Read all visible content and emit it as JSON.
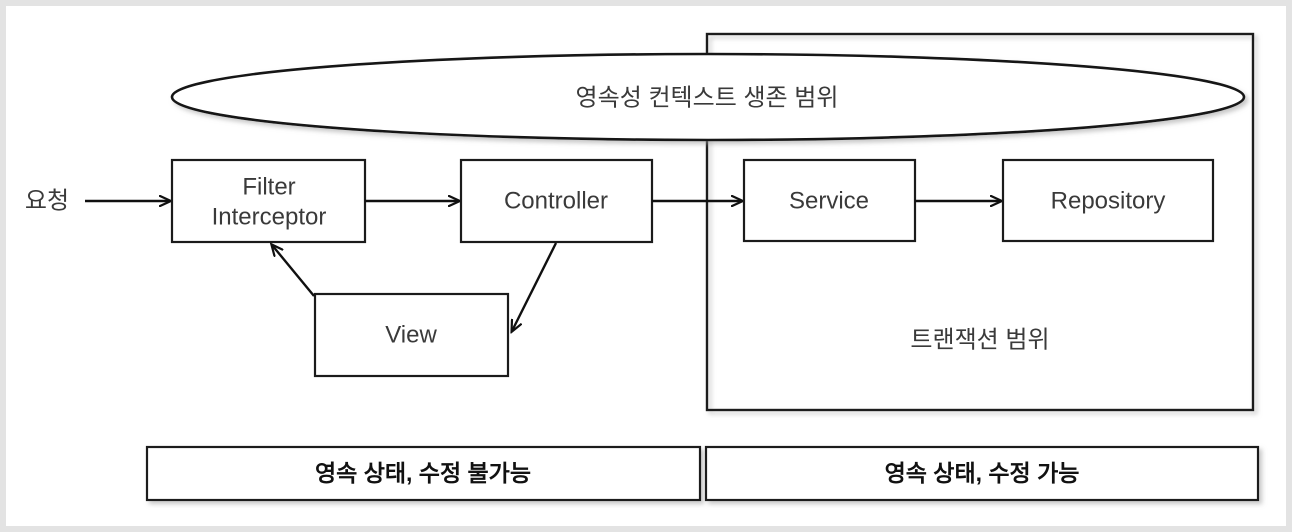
{
  "diagram": {
    "title": "OSIV (Open Session In View) request flow diagram",
    "outer_frame_color": "#e3e3e3",
    "stroke_color": "#1b1b1b",
    "background": "#ffffff",
    "request_label": "요청",
    "persistence_scope_label": "영속성 컨텍스트 생존 범위",
    "transaction_scope_label": "트랜잭션 범위",
    "nodes": [
      {
        "id": "filter",
        "label_line1": "Filter",
        "label_line2": "Interceptor"
      },
      {
        "id": "controller",
        "label": "Controller"
      },
      {
        "id": "service",
        "label": "Service"
      },
      {
        "id": "repository",
        "label": "Repository"
      },
      {
        "id": "view",
        "label": "View"
      }
    ],
    "footer_bars": [
      {
        "id": "left",
        "label": "영속 상태, 수정 불가능"
      },
      {
        "id": "right",
        "label": "영속 상태, 수정 가능"
      }
    ]
  }
}
